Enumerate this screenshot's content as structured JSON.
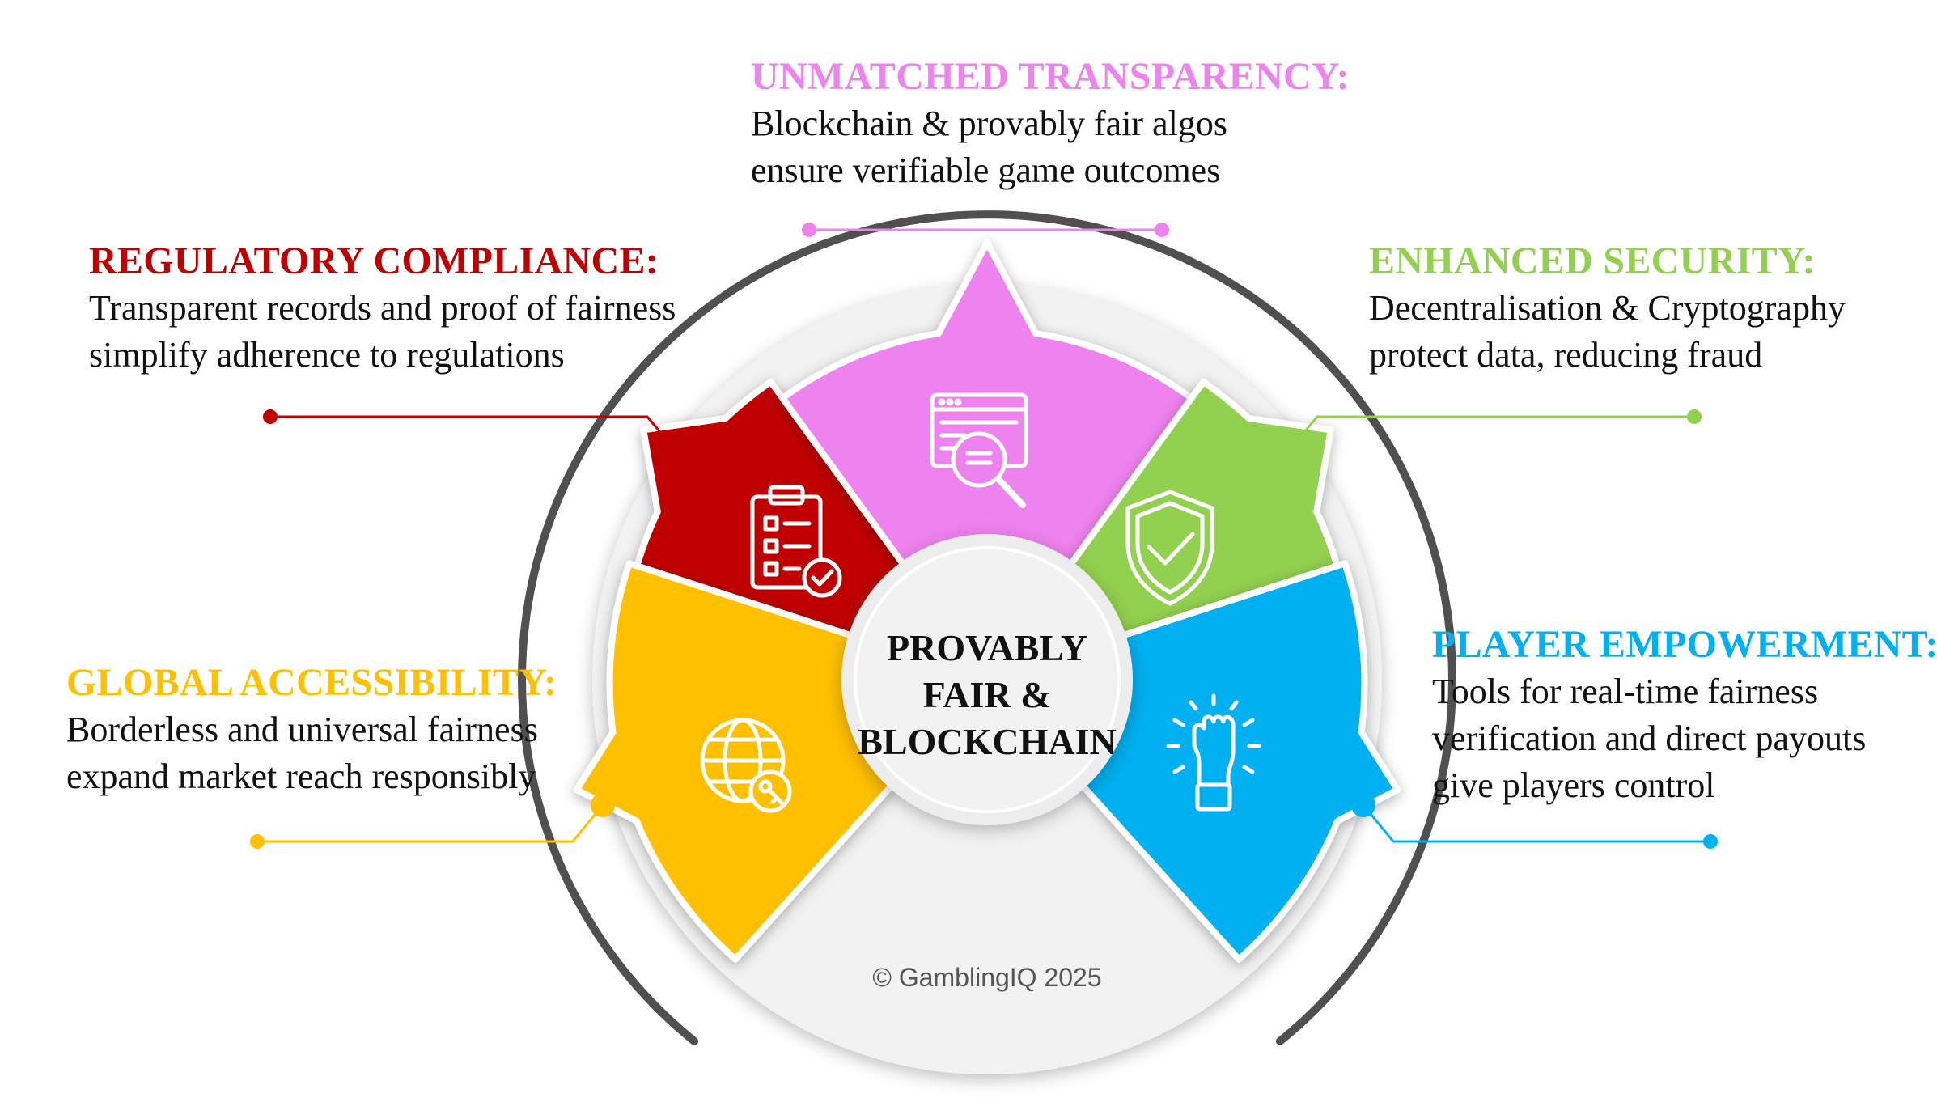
{
  "center": {
    "line1": "PROVABLY",
    "line2": "FAIR &",
    "line3": "BLOCKCHAIN"
  },
  "copyright": "© GamblingIQ 2025",
  "colors": {
    "transparency": "#EE82EE",
    "security": "#92D050",
    "empowerment": "#00B0F0",
    "accessibility": "#FFC000",
    "compliance": "#C00000",
    "ring": "#505050",
    "disc": "#F2F2F2"
  },
  "segments": [
    {
      "key": "compliance",
      "icon": "checklist-icon",
      "heading": "REGULATORY COMPLIANCE:",
      "lines": [
        "Transparent records and proof of fairness",
        "simplify adherence to regulations"
      ]
    },
    {
      "key": "transparency",
      "icon": "browser-search-icon",
      "heading": "UNMATCHED TRANSPARENCY:",
      "lines": [
        "Blockchain & provably fair algos",
        "ensure verifiable game outcomes"
      ]
    },
    {
      "key": "security",
      "icon": "shield-check-icon",
      "heading": "ENHANCED SECURITY:",
      "lines": [
        "Decentralisation & Cryptography",
        "protect data, reducing fraud"
      ]
    },
    {
      "key": "empowerment",
      "icon": "raised-fist-icon",
      "heading": "PLAYER EMPOWERMENT:",
      "lines": [
        "Tools for real-time fairness",
        "verification and direct payouts",
        "give players control"
      ]
    },
    {
      "key": "accessibility",
      "icon": "globe-key-icon",
      "heading": "GLOBAL ACCESSIBILITY:",
      "lines": [
        "Borderless and universal fairness",
        "expand market reach responsibly"
      ]
    }
  ]
}
